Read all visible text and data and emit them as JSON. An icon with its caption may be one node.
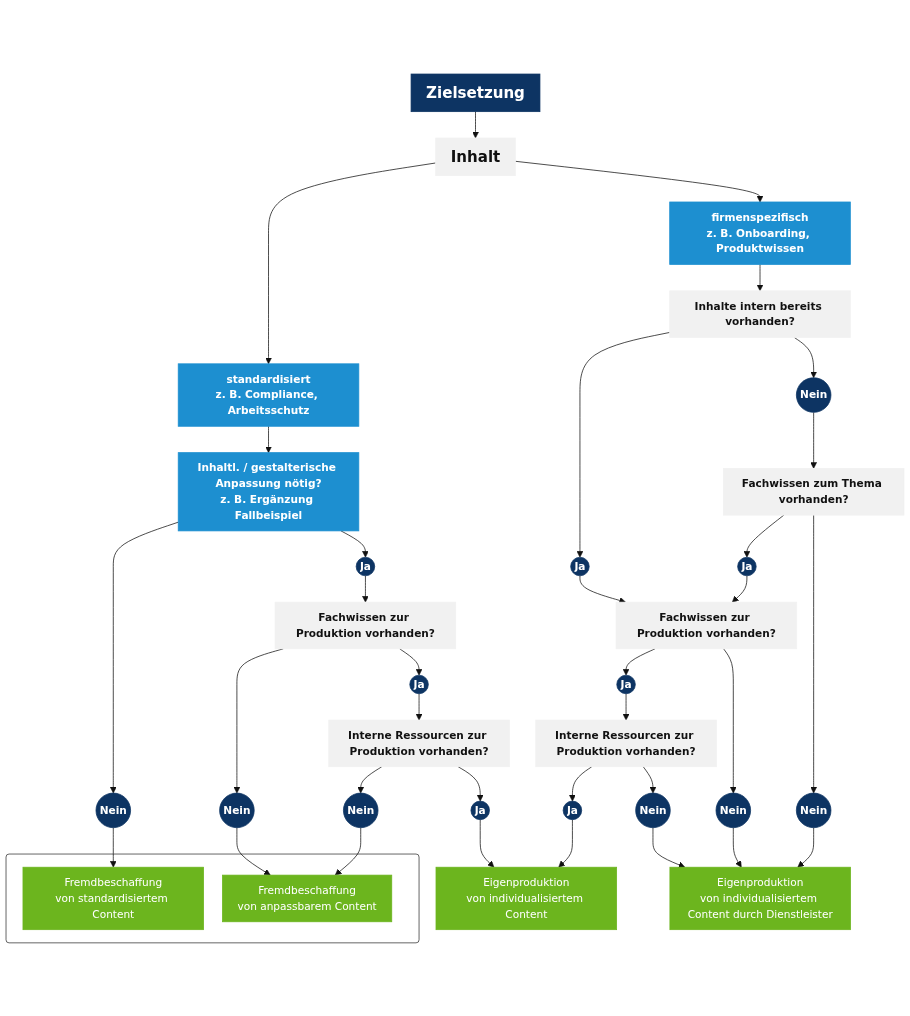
{
  "diagram": {
    "nodes": [
      {
        "text": [
          "Zielsetzung"
        ]
      },
      {
        "text": [
          "Inhalt"
        ]
      },
      {
        "text": [
          "standardisiert",
          "z. B. Compliance, Arbeitsschutz"
        ]
      },
      {
        "text": [
          "firmenspezifisch",
          "z. B. Onboarding, Produktwissen"
        ]
      },
      {
        "text": [
          "Inhaltl. / gestalterische Anpassung nötig?",
          "z. B. Ergänzung Fallbeispiel"
        ]
      },
      {
        "text": [
          "Inhalte intern bereits vorhanden?"
        ]
      },
      {
        "text": [
          "Nein"
        ]
      },
      {
        "text": [
          "Ja"
        ]
      },
      {
        "text": [
          "Ja"
        ]
      },
      {
        "text": [
          "Nein"
        ]
      },
      {
        "text": [
          "Fachwissen zum Thema vorhanden?"
        ]
      },
      {
        "text": [
          "Fachwissen zur Produktion vorhanden?"
        ]
      },
      {
        "text": [
          "Fachwissen zur Produktion vorhanden?"
        ]
      },
      {
        "text": [
          "Ja"
        ]
      },
      {
        "text": [
          "Nein"
        ]
      },
      {
        "text": [
          "Nein"
        ]
      },
      {
        "text": [
          "Ja"
        ]
      },
      {
        "text": [
          "Ja"
        ]
      },
      {
        "text": [
          "Nein"
        ]
      },
      {
        "text": [
          "Interne Ressourcen zur Produktion vorhanden?"
        ]
      },
      {
        "text": [
          "Interne Ressourcen zur Produktion vorhanden?"
        ]
      },
      {
        "text": [
          "Nein"
        ]
      },
      {
        "text": [
          "Ja"
        ]
      },
      {
        "text": [
          "Ja"
        ]
      },
      {
        "text": [
          "Nein"
        ]
      },
      {
        "text": [],
        "shape": "box"
      },
      {
        "text": [
          "Fremdbeschaffung",
          "von standardisiertem Content"
        ],
        "in": 25
      },
      {
        "text": [
          "Fremdbeschaffung",
          "von anpassbarem Content"
        ],
        "in": 25
      },
      {
        "text": [
          "Eigenproduktion",
          "von individualisiertem Content"
        ]
      },
      {
        "text": [
          "Eigenproduktion",
          "von individualisiertem Content durch Dienstleister"
        ]
      }
    ],
    "edges": [
      {
        "from": 0,
        "to": 1,
        "arrow": "to"
      },
      {
        "from": 1,
        "to": 2,
        "arrow": "to"
      },
      {
        "from": 1,
        "to": 3,
        "arrow": "to"
      },
      {
        "from": 2,
        "to": 4,
        "arrow": "to"
      },
      {
        "from": 3,
        "to": 5,
        "arrow": "to"
      },
      {
        "from": 4,
        "to": 6,
        "arrow": "to"
      },
      {
        "from": 4,
        "to": 7,
        "arrow": "to"
      },
      {
        "from": 5,
        "to": 8,
        "arrow": "to"
      },
      {
        "from": 5,
        "to": 9,
        "arrow": "to"
      },
      {
        "from": 9,
        "to": 10,
        "arrow": "to"
      },
      {
        "from": 7,
        "to": 11,
        "arrow": "to"
      },
      {
        "from": 8,
        "to": 12,
        "arrow": "to"
      },
      {
        "from": 10,
        "to": 13,
        "arrow": "to"
      },
      {
        "from": 10,
        "to": 14,
        "arrow": "to"
      },
      {
        "from": 13,
        "to": 12,
        "arrow": "to"
      },
      {
        "from": 11,
        "to": 15,
        "arrow": "to"
      },
      {
        "from": 11,
        "to": 16,
        "arrow": "to"
      },
      {
        "from": 12,
        "to": 17,
        "arrow": "to"
      },
      {
        "from": 12,
        "to": 18,
        "arrow": "to"
      },
      {
        "from": 16,
        "to": 19,
        "arrow": "to"
      },
      {
        "from": 17,
        "to": 20,
        "arrow": "to"
      },
      {
        "from": 19,
        "to": 21,
        "arrow": "to"
      },
      {
        "from": 19,
        "to": 22,
        "arrow": "to"
      },
      {
        "from": 20,
        "to": 23,
        "arrow": "to"
      },
      {
        "from": 20,
        "to": 24,
        "arrow": "to"
      },
      {
        "from": 6,
        "to": 26,
        "arrow": "to"
      },
      {
        "from": 15,
        "to": 27,
        "arrow": "to"
      },
      {
        "from": 21,
        "to": 27,
        "arrow": "to"
      },
      {
        "from": 22,
        "to": 28,
        "arrow": "to"
      },
      {
        "from": 23,
        "to": 28,
        "arrow": "to"
      },
      {
        "from": 24,
        "to": 29,
        "arrow": "to"
      },
      {
        "from": 18,
        "to": 29,
        "arrow": "to"
      },
      {
        "from": 14,
        "to": 29,
        "arrow": "to"
      }
    ]
  }
}
